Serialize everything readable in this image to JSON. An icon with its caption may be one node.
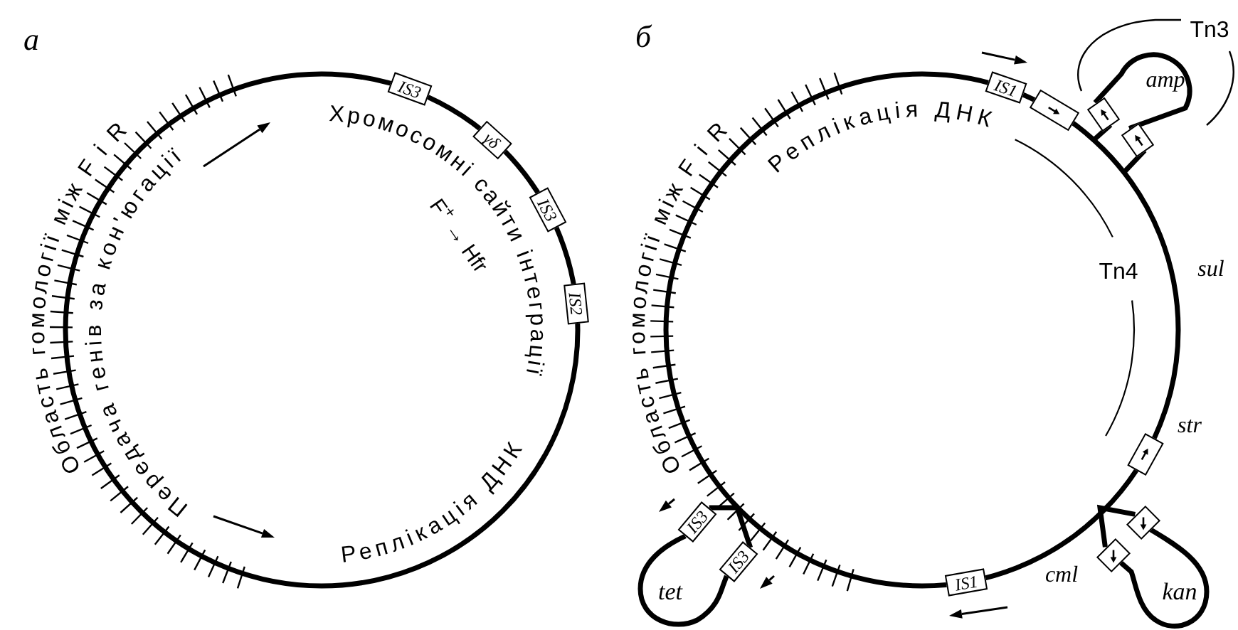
{
  "diagram": {
    "nodes": [
      {
        "text": [
          "IS3"
        ]
      },
      {
        "text": [
          "γδ"
        ]
      },
      {
        "text": [
          "IS3"
        ]
      },
      {
        "text": [
          "IS2"
        ]
      },
      {
        "text": [
          "IS1"
        ]
      },
      {
        "text": [],
        "shape": "box"
      },
      {
        "text": [],
        "shape": "box"
      },
      {
        "text": [],
        "shape": "box"
      },
      {
        "text": [],
        "shape": "box"
      },
      {
        "text": [],
        "shape": "box"
      },
      {
        "text": [],
        "shape": "box"
      },
      {
        "text": [
          "IS1"
        ]
      },
      {
        "text": [
          "IS3"
        ]
      },
      {
        "text": [
          "IS3"
        ]
      }
    ],
    "edges": [
      {
        "from": 6,
        "to": 7,
        "arrow": "none"
      },
      {
        "from": null,
        "to": 6,
        "arrow": "none"
      },
      {
        "from": null,
        "to": 7,
        "arrow": "none"
      },
      {
        "from": 9,
        "to": 10,
        "arrow": "none"
      },
      {
        "from": 9,
        "to": 10,
        "arrow": "none"
      },
      {
        "from": 12,
        "to": 13,
        "arrow": "none"
      },
      {
        "from": 12,
        "to": 13,
        "arrow": "none"
      }
    ],
    "labels": [
      "а",
      "Область гомології між F і R",
      "Передача генів за кон'югації",
      "Хромосомні сайти інтеграції",
      "F$^{+}$ → Hfr",
      "Реплікація ДНК",
      "б",
      "Область гомології між F і R",
      "Реплікація ДНК",
      "Tn3",
      "amp",
      "Tn4",
      "sul",
      "str",
      "tet",
      "cml",
      "kan"
    ]
  }
}
